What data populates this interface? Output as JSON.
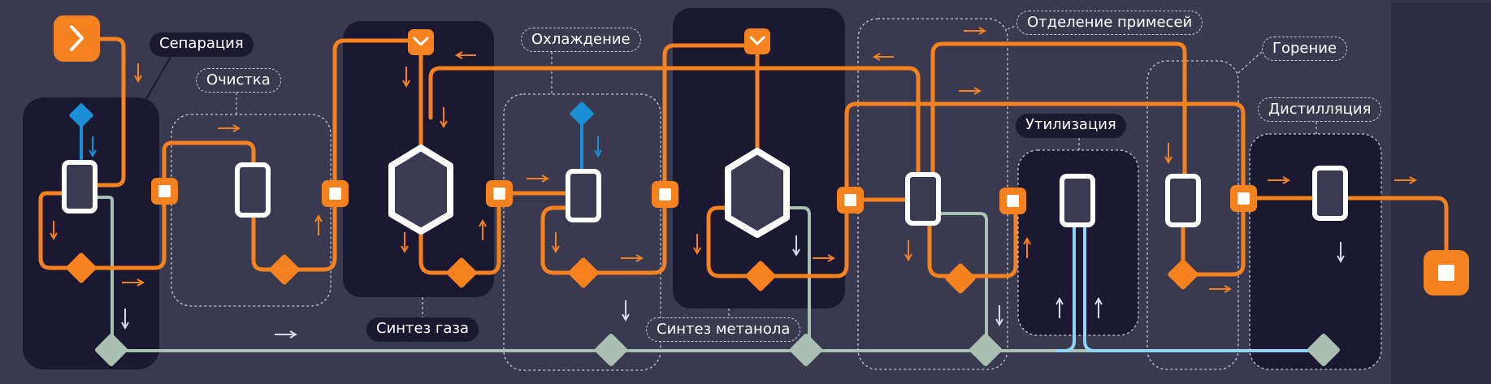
{
  "stages": {
    "separation": "Сепарация",
    "cleaning": "Очистка",
    "gas_synthesis": "Синтез газа",
    "cooling": "Охлаждение",
    "methanol_synthesis": "Синтез метанола",
    "impurity_separation": "Отделение примесей",
    "utilization": "Утилизация",
    "combustion": "Горение",
    "distillation": "Дистилляция"
  },
  "icons": {
    "start": "chevron-right-icon",
    "finish": "stop-square-icon"
  },
  "colors": {
    "background": "#393a50",
    "dark_panel": "#1b1931",
    "orange": "#f5821f",
    "blue": "#1a8fd6",
    "light_blue": "#8fd3f5",
    "grey_green": "#a8bfb2",
    "white": "#ffffff"
  }
}
